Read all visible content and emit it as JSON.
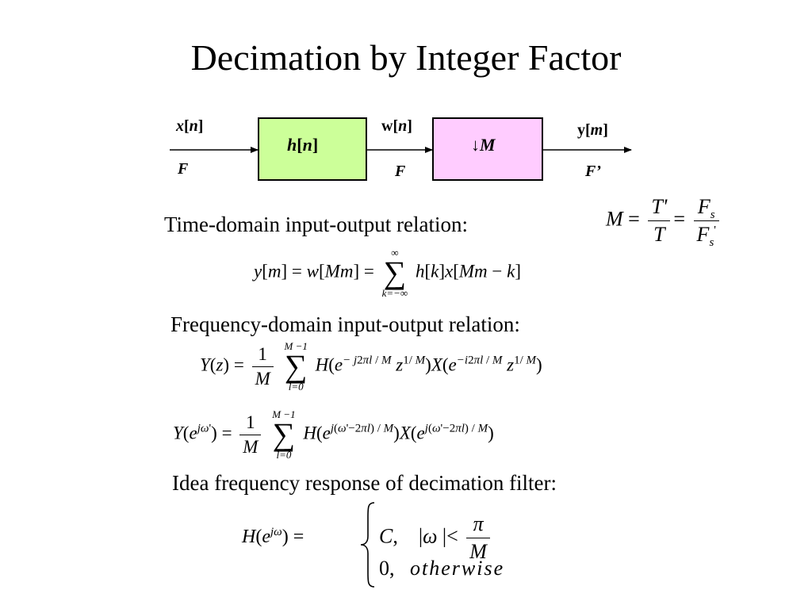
{
  "title": "Decimation by Integer Factor",
  "diagram": {
    "input_label": "x[n]",
    "input_rate": "F",
    "filter_label": "h[n]",
    "intermediate_label": "w[n]",
    "intermediate_rate": "F",
    "downsampler_label": "↓M",
    "output_label": "y[m]",
    "output_rate": "F’",
    "colors": {
      "filter_fill": "#ccff99",
      "downsampler_fill": "#ffccff",
      "stroke": "#000000"
    }
  },
  "sections": {
    "time_heading": "Time-domain input-output relation:",
    "freq_heading": "Frequency-domain input-output relation:",
    "ideal_heading": "Idea frequency response of decimation filter:"
  },
  "equations": {
    "rate_relation": "M = T'/T = Fs/Fs'",
    "time_relation": "y[m] = w[Mm] = Σ_{k=−∞}^{∞} h[k]x[Mm − k]",
    "z_relation": "Y(z) = (1/M) Σ_{l=0}^{M−1} H(e^{−j2πl/M} z^{1/M}) X(e^{−i2πl/M} z^{1/M})",
    "freq_relation": "Y(e^{jω'}) = (1/M) Σ_{l=0}^{M−1} H(e^{j(ω'−2πl)/M}) X(e^{j(ω'−2πl)/M})",
    "ideal_filter": "H(e^{jω}) = C, |ω| < π/M ; 0, otherwise"
  }
}
